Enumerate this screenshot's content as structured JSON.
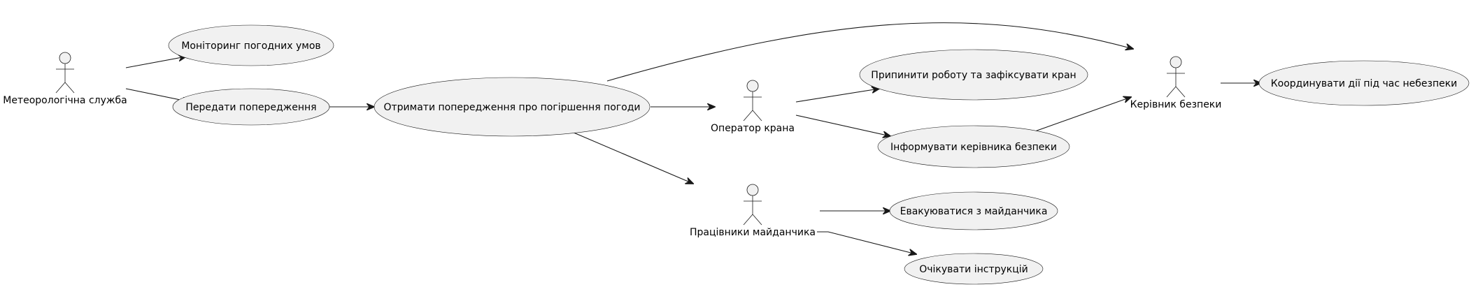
{
  "actors": {
    "meteo": "Метеорологічна служба",
    "operator": "Оператор крана",
    "workers": "Працівники майданчика",
    "safety": "Керівник безпеки"
  },
  "use_cases": {
    "monitor": "Моніторинг погодних умов",
    "send_warning": "Передати попередження",
    "receive_warning": "Отримати попередження про погіршення погоди",
    "stop_crane": "Припинити роботу та зафіксувати кран",
    "inform_safety": "Інформувати керівника безпеки",
    "evacuate": "Евакуюватися з майданчика",
    "await": "Очікувати інструкцій",
    "coordinate": "Координувати дії під час небезпеки"
  }
}
